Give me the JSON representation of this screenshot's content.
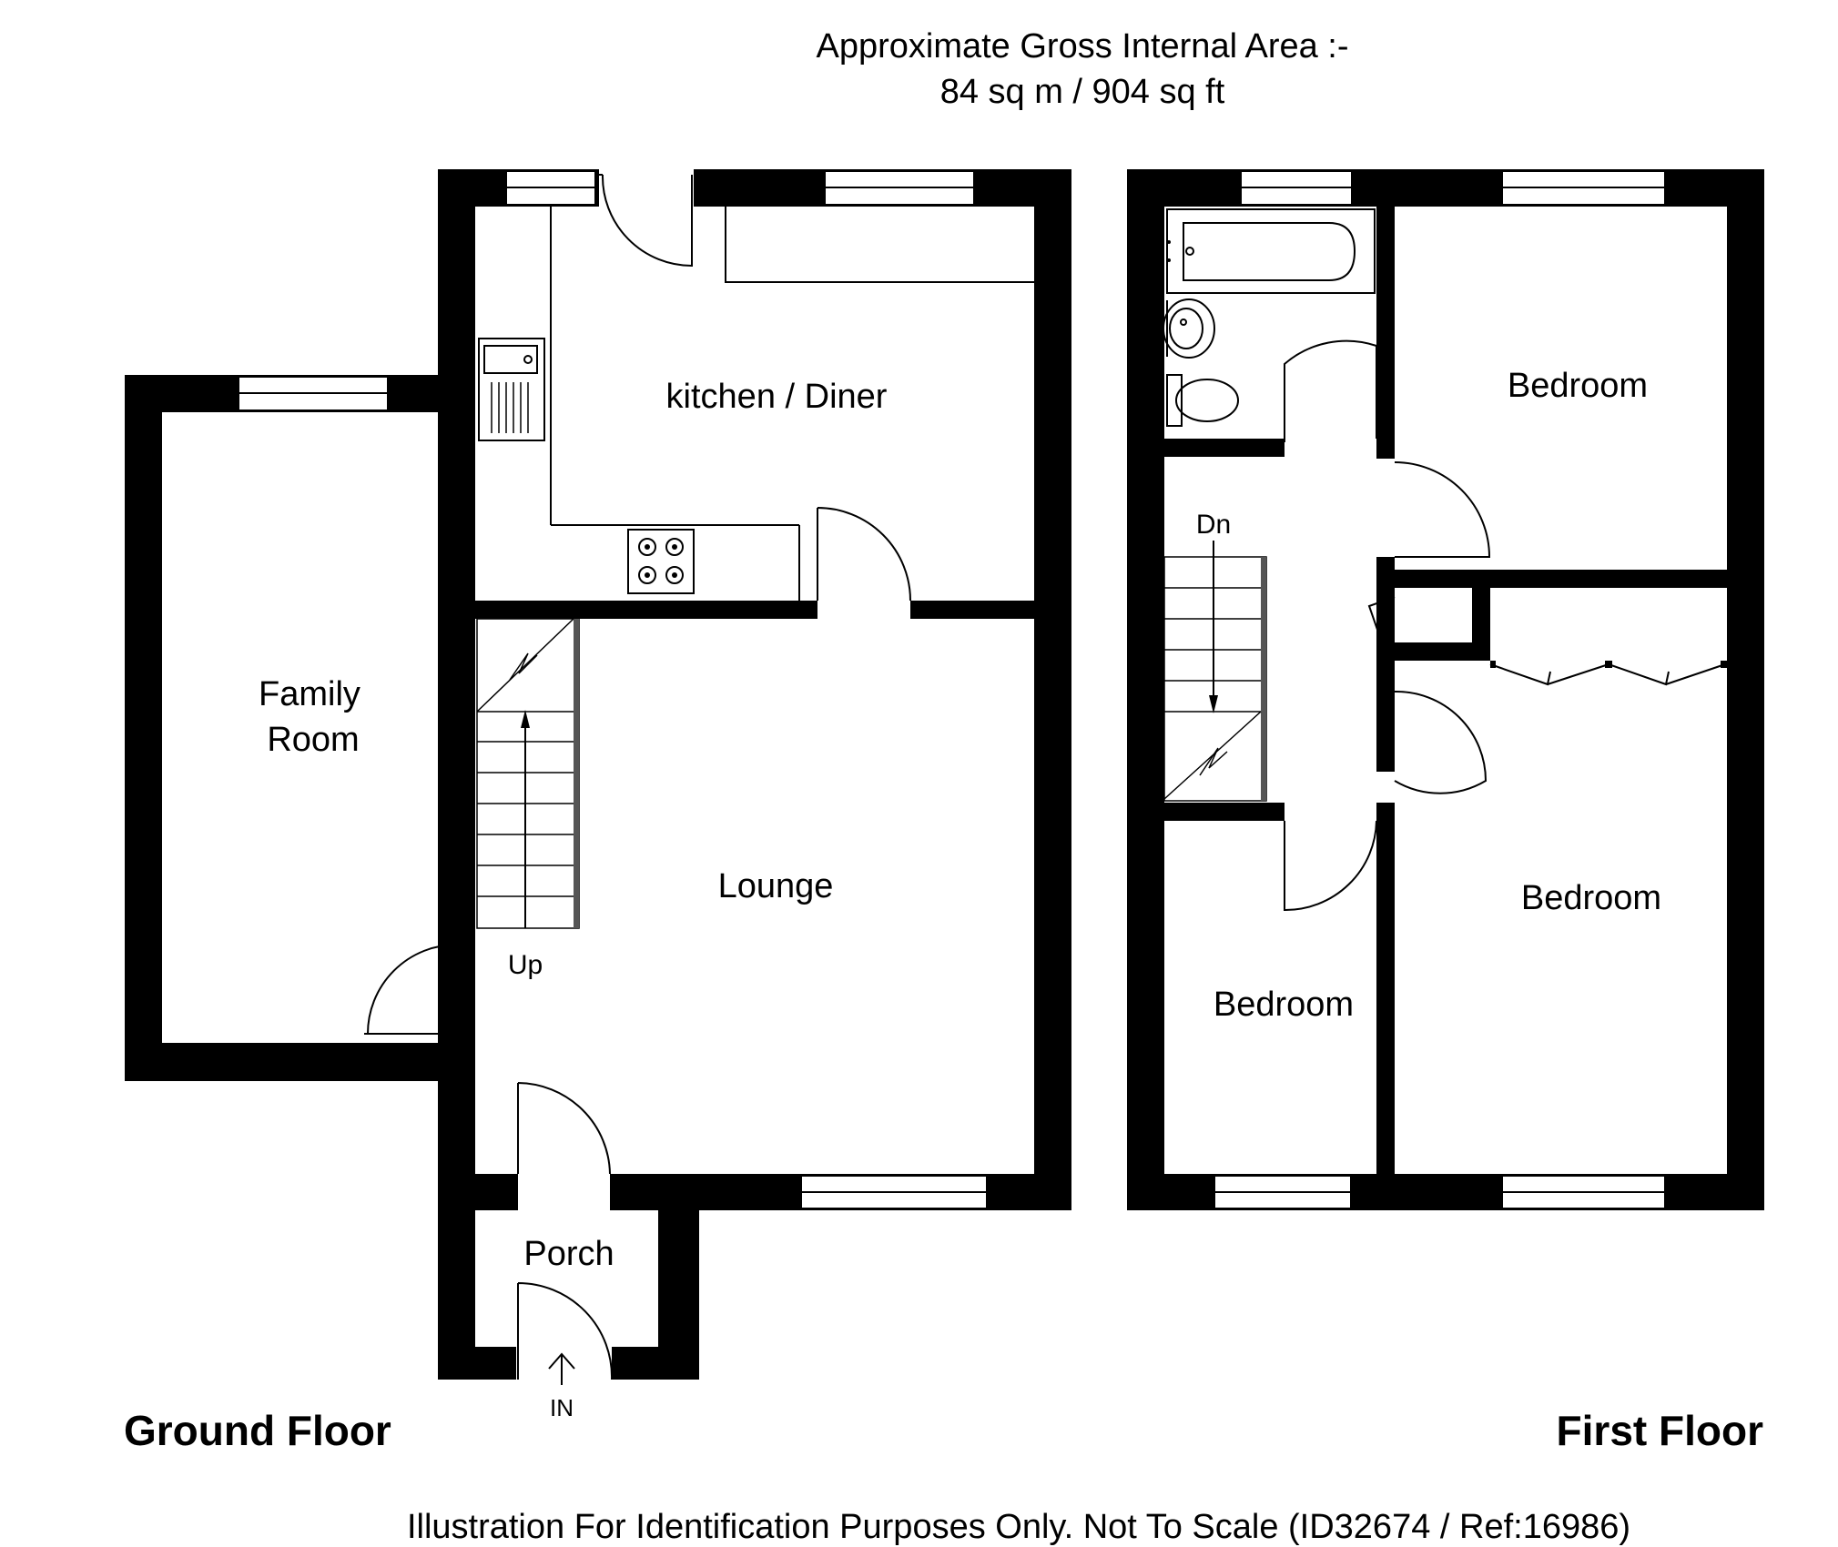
{
  "header": {
    "line1": "Approximate Gross Internal Area :-",
    "line2": "84 sq m /  904 sq ft"
  },
  "ground_floor": {
    "title": "Ground Floor",
    "rooms": {
      "kitchen": "kitchen / Diner",
      "family_line1": "Family",
      "family_line2": "Room",
      "lounge": "Lounge",
      "porch": "Porch"
    },
    "stairs_label": "Up",
    "entrance_label": "IN"
  },
  "first_floor": {
    "title": "First Floor",
    "rooms": {
      "bedroom_top_right": "Bedroom",
      "bedroom_bottom_right": "Bedroom",
      "bedroom_bottom_left": "Bedroom"
    },
    "stairs_label": "Dn"
  },
  "footer": {
    "disclaimer": "Illustration For Identification Purposes Only. Not To Scale (ID32674 / Ref:16986)"
  },
  "colors": {
    "wall": "#000000",
    "background": "#ffffff"
  }
}
